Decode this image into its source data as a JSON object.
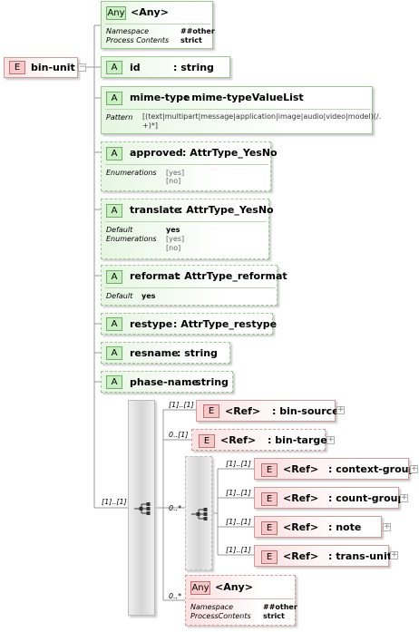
{
  "root": {
    "badge": "E",
    "name": "bin-unit"
  },
  "any_top": {
    "badge": "Any",
    "title": "<Any>",
    "props": [
      {
        "label": "Namespace",
        "value": "##other"
      },
      {
        "label": "Process Contents",
        "value": "strict"
      }
    ]
  },
  "attributes": [
    {
      "badge": "A",
      "name": "id",
      "type": ": string"
    },
    {
      "badge": "A",
      "name": "mime-type",
      "type": ": mime-typeValueList",
      "pattern_label": "Pattern",
      "pattern_value": "[(text|multipart|message|application|image|audio|video|model)(/.+)*]"
    },
    {
      "badge": "A",
      "name": "approved",
      "type": ": AttrType_YesNo",
      "enum_label": "Enumerations",
      "enums": [
        "[yes]",
        "[no]"
      ]
    },
    {
      "badge": "A",
      "name": "translate",
      "type": ": AttrType_YesNo",
      "default_label": "Default",
      "default_value": "yes",
      "enum_label": "Enumerations",
      "enums": [
        "[yes]",
        "[no]"
      ]
    },
    {
      "badge": "A",
      "name": "reformat",
      "type": ": AttrType_reformat",
      "default_label": "Default",
      "default_value": "yes"
    },
    {
      "badge": "A",
      "name": "restype",
      "type": ": AttrType_restype"
    },
    {
      "badge": "A",
      "name": "resname",
      "type": ": string"
    },
    {
      "badge": "A",
      "name": "phase-name",
      "type": ": string"
    }
  ],
  "sequence": {
    "cardinality": "[1]..[1]"
  },
  "children": [
    {
      "card": "[1]..[1]",
      "badge": "E",
      "ref": "<Ref>",
      "name": ": bin-source"
    },
    {
      "card": "0..[1]",
      "badge": "E",
      "ref": "<Ref>",
      "name": ": bin-target"
    }
  ],
  "choice": {
    "card": "0..*",
    "items": [
      {
        "card": "[1]..[1]",
        "badge": "E",
        "ref": "<Ref>",
        "name": ": context-group"
      },
      {
        "card": "[1]..[1]",
        "badge": "E",
        "ref": "<Ref>",
        "name": ": count-group"
      },
      {
        "card": "[1]..[1]",
        "badge": "E",
        "ref": "<Ref>",
        "name": ": note"
      },
      {
        "card": "[1]..[1]",
        "badge": "E",
        "ref": "<Ref>",
        "name": ": trans-unit"
      }
    ]
  },
  "any_bottom": {
    "card": "0..*",
    "badge": "Any",
    "title": "<Any>",
    "props": [
      {
        "label": "Namespace",
        "value": "##other"
      },
      {
        "label": "ProcessContents",
        "value": "strict"
      }
    ]
  }
}
